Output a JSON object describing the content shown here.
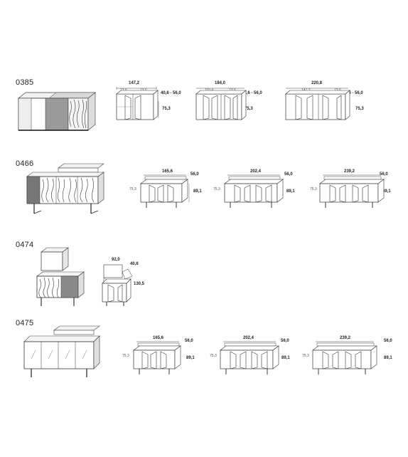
{
  "groups": [
    {
      "code": "0385",
      "variants": [
        {
          "width": "147,2",
          "sub": [
            "73,6",
            "73,6"
          ],
          "depth": "40,6 - 56,0",
          "height": "75,3"
        },
        {
          "width": "184,0",
          "sub": [
            "110,4",
            "73,6"
          ],
          "depth": "40,6 - 56,0",
          "height": "75,3"
        },
        {
          "width": "220,8",
          "sub": [
            "147,2",
            "73,6"
          ],
          "depth": "40,6 - 56,0",
          "height": "75,3"
        }
      ]
    },
    {
      "code": "0466",
      "variants": [
        {
          "width": "165,6",
          "depth": "56,0",
          "height": "89,1",
          "left_height": "75,3"
        },
        {
          "width": "202,4",
          "depth": "56,0",
          "height": "89,1",
          "left_height": "75,3"
        },
        {
          "width": "239,2",
          "depth": "56,0",
          "height": "89,1",
          "left_height": "75,3"
        }
      ]
    },
    {
      "code": "0474",
      "variants": [
        {
          "width": "92,0",
          "depth": "40,6",
          "height": "130,5"
        }
      ]
    },
    {
      "code": "0475",
      "variants": [
        {
          "width": "165,6",
          "depth": "56,0",
          "height": "89,1",
          "left_height": "75,3"
        },
        {
          "width": "202,4",
          "depth": "56,0",
          "height": "89,1",
          "left_height": "75,3"
        },
        {
          "width": "239,2",
          "depth": "56,0",
          "height": "89,1",
          "left_height": "75,3"
        }
      ]
    }
  ]
}
